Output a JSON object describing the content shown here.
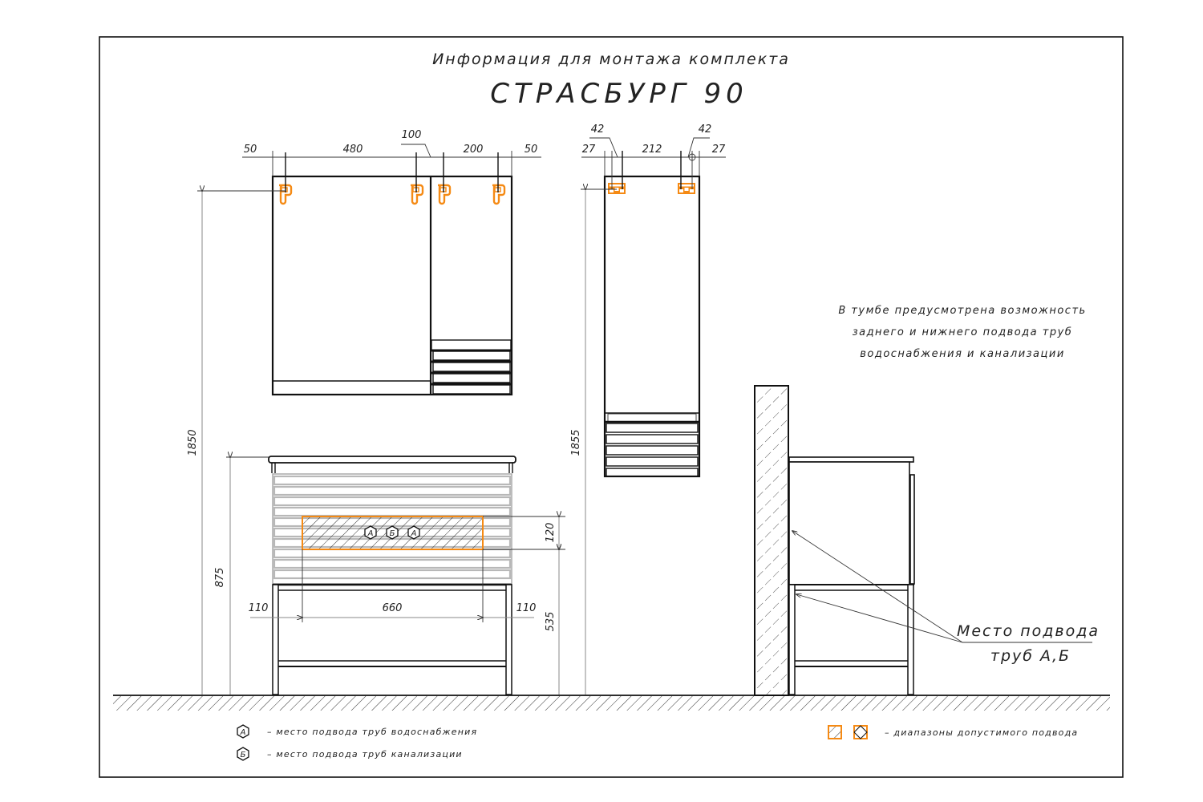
{
  "title": {
    "subtitle": "Информация для монтажа комплекта",
    "product": "СТРАСБУРГ 90"
  },
  "front_view_top": {
    "dims": [
      "50",
      "480",
      "100",
      "200",
      "50"
    ]
  },
  "side_cabinet_top": {
    "dims": [
      "27",
      "42",
      "212",
      "42",
      "27"
    ]
  },
  "heights": {
    "mirror_mount": "1850",
    "vanity_top": "875",
    "pencil_mount": "1855",
    "zone_height": "120",
    "zone_bottom": "535"
  },
  "vanity_widths": [
    "110",
    "660",
    "110"
  ],
  "zone_markers": [
    "А",
    "Б",
    "А"
  ],
  "note": {
    "line1": "В тумбе предусмотрена возможность",
    "line2": "заднего и нижнего подвода труб",
    "line3": "водоснабжения и канализации"
  },
  "callout": {
    "line1": "Место подвода",
    "line2": "труб А,Б"
  },
  "legend": {
    "a_marker": "А",
    "a_text": "– место подвода труб водоснабжения",
    "b_marker": "Б",
    "b_text": "– место подвода труб канализации",
    "range_text": "– диапазоны допустимого подвода"
  },
  "colors": {
    "accent": "#f58a14",
    "line": "#111111",
    "slat": "#b8b8b8"
  }
}
